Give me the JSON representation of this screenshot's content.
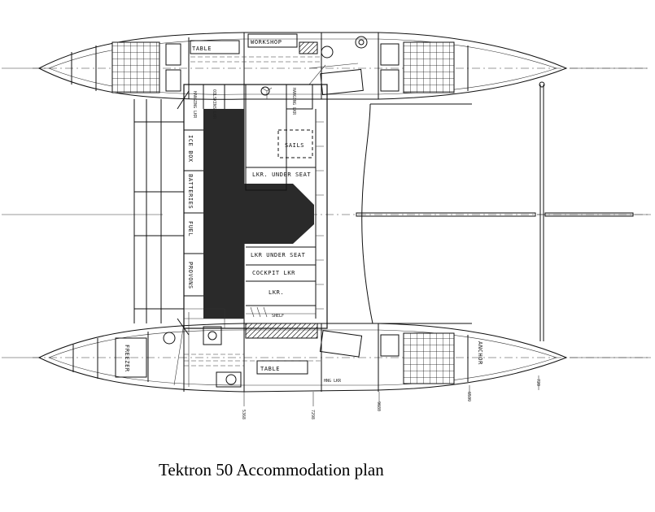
{
  "caption": "Tektron 50 Accommodation plan",
  "labels": {
    "table_top": "TABLE",
    "workshop": "WORKSHOP",
    "hanging_lkr_left": "HANGING LKR",
    "oilskins_lkr": "OILSKINS LKR",
    "hanging_lkr_right": "HANGING LKR",
    "sails": "SAILS",
    "lkr_under_seat_top": "LKR. UNDER SEAT",
    "ice_box": "ICE BOX",
    "batteries": "BATTERIES",
    "fuel": "FUEL",
    "provisions": "PROVONS",
    "lkr_under_seat_bottom": "LKR UNDER SEAT",
    "cockpit_lkr": "COCKPIT LKR",
    "lkr": "LKR.",
    "shelf": "SHELF",
    "freezer": "FREEZER",
    "table_bottom": "TABLE",
    "hng_lkr": "HNG LKR",
    "anchor": "ANCHOR"
  },
  "stations": [
    "5368",
    "7298",
    "9680",
    "6539",
    "720"
  ]
}
